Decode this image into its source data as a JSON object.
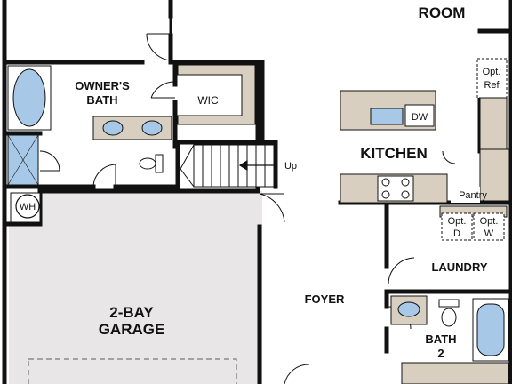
{
  "rooms": {
    "dining_room": "ROOM",
    "owners_bath": [
      "OWNER'S",
      "BATH"
    ],
    "wic": "WIC",
    "kitchen": "KITCHEN",
    "pantry": "Pantry",
    "laundry": "LAUNDRY",
    "foyer": "FOYER",
    "garage": [
      "2-BAY",
      "GARAGE"
    ],
    "bath2": [
      "BATH",
      "2"
    ]
  },
  "fixtures": {
    "water_heater": "WH",
    "dishwasher": "DW",
    "stairs_direction": "Up",
    "opt_ref": [
      "Opt.",
      "Ref"
    ],
    "opt_dryer": [
      "Opt.",
      "D"
    ],
    "opt_washer": [
      "Opt.",
      "W"
    ]
  },
  "colors": {
    "wall": "#111111",
    "counter": "#d9cfc0",
    "fixture_blue": "#a8c8e8",
    "garage_floor": "#e8e6e6",
    "background": "#ffffff"
  }
}
